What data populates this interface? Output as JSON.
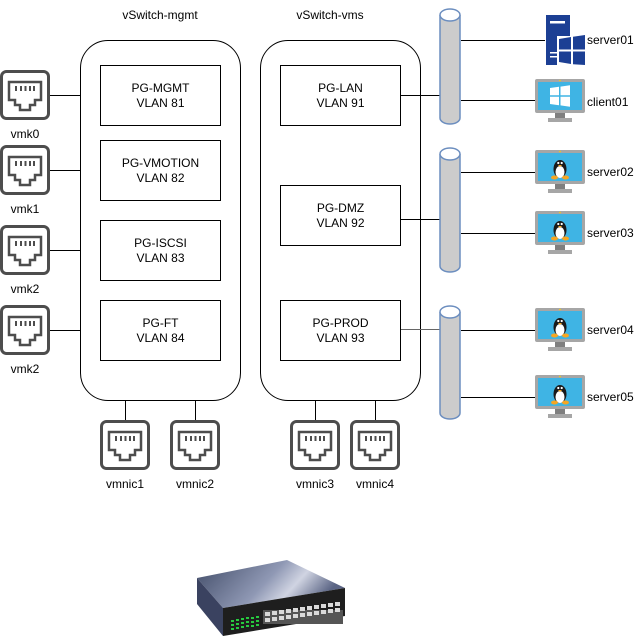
{
  "diagram": {
    "vswitches": [
      {
        "name": "vSwitch-mgmt",
        "portgroups": [
          {
            "name": "PG-MGMT",
            "vlan": "VLAN 81"
          },
          {
            "name": "PG-VMOTION",
            "vlan": "VLAN 82"
          },
          {
            "name": "PG-ISCSI",
            "vlan": "VLAN 83"
          },
          {
            "name": "PG-FT",
            "vlan": "VLAN 84"
          }
        ],
        "uplinks": [
          "vmnic1",
          "vmnic2"
        ]
      },
      {
        "name": "vSwitch-vms",
        "portgroups": [
          {
            "name": "PG-LAN",
            "vlan": "VLAN 91"
          },
          {
            "name": "PG-DMZ",
            "vlan": "VLAN 92"
          },
          {
            "name": "PG-PROD",
            "vlan": "VLAN 93"
          }
        ],
        "uplinks": [
          "vmnic3",
          "vmnic4"
        ]
      }
    ],
    "vmkernel_ports": [
      "vmk0",
      "vmk1",
      "vmk2",
      "vmk2"
    ],
    "hosts": [
      {
        "name": "server01",
        "icon": "windows-server-icon"
      },
      {
        "name": "client01",
        "icon": "windows-monitor-icon"
      },
      {
        "name": "server02",
        "icon": "linux-monitor-icon"
      },
      {
        "name": "server03",
        "icon": "linux-monitor-icon"
      },
      {
        "name": "server04",
        "icon": "linux-monitor-icon"
      },
      {
        "name": "server05",
        "icon": "linux-monitor-icon"
      }
    ],
    "physical_switch": {
      "icon": "network-switch-icon"
    },
    "colors": {
      "cylinder_fill": "#cccccc",
      "cylinder_stroke": "#6c8ebf",
      "windows_blue": "#1c3f94",
      "monitor_screen": "#3fb4e4",
      "port_stroke": "#4d4d4d"
    }
  }
}
